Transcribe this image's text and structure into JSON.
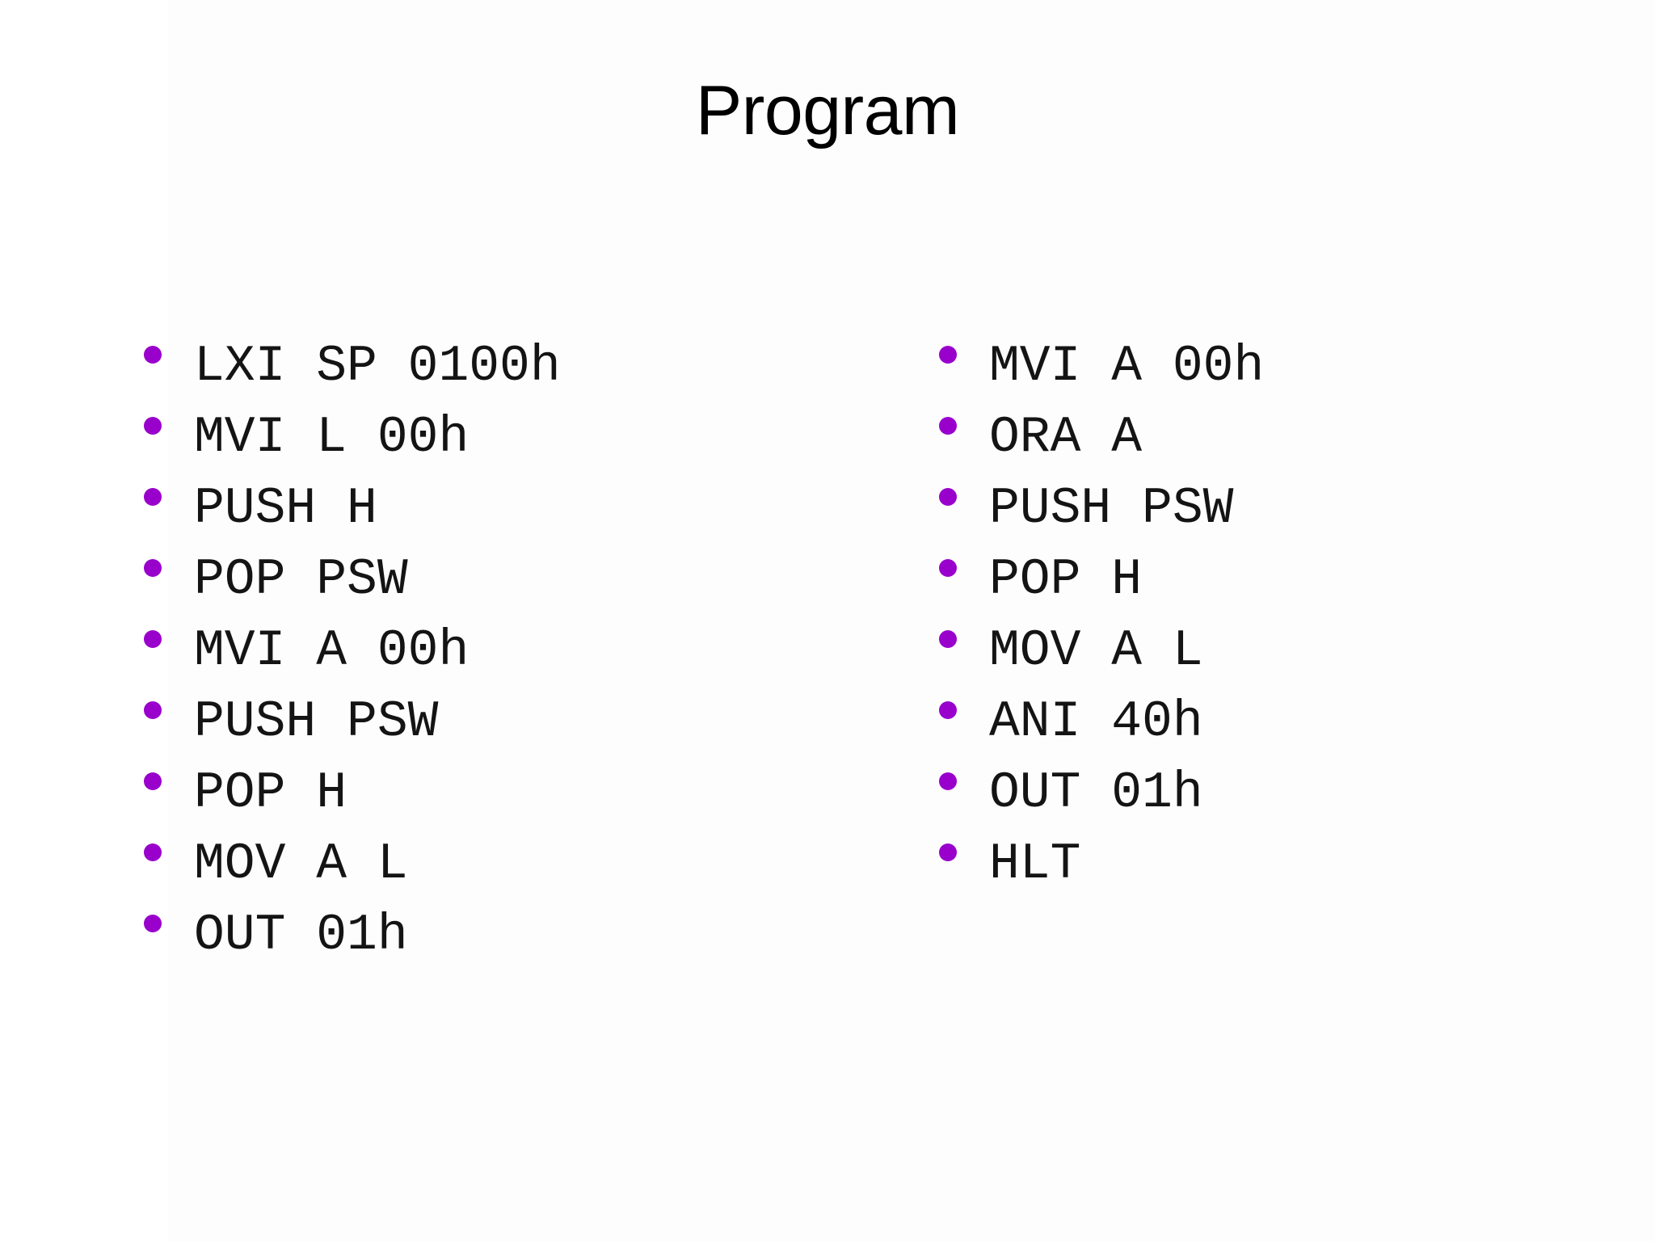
{
  "slide": {
    "title": "Program",
    "background_color": "#ffffff",
    "panel_color": "#fdfdfd",
    "text_color": "#141414",
    "bullet_color": "#9900cc"
  },
  "columns": {
    "left": {
      "items": [
        {
          "text": "LXI SP 0100h"
        },
        {
          "text": "MVI L 00h"
        },
        {
          "text": "PUSH H"
        },
        {
          "text": "POP PSW"
        },
        {
          "text": "MVI A 00h"
        },
        {
          "text": "PUSH PSW"
        },
        {
          "text": "POP H"
        },
        {
          "text": "MOV A L"
        },
        {
          "text": "OUT 01h"
        }
      ]
    },
    "right": {
      "items": [
        {
          "text": "MVI A 00h"
        },
        {
          "text": "ORA A"
        },
        {
          "text": "PUSH PSW"
        },
        {
          "text": "POP H"
        },
        {
          "text": "MOV A L"
        },
        {
          "text": "ANI 40h"
        },
        {
          "text": "OUT 01h"
        },
        {
          "text": "HLT"
        }
      ]
    }
  }
}
